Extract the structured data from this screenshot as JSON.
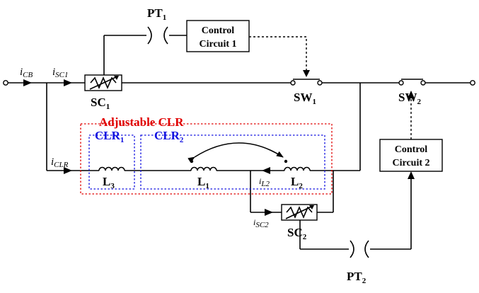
{
  "colors": {
    "adjustable_clr_border": "#e00000",
    "clr_sub_border": "#1010e0",
    "wire": "#000000"
  },
  "labels": {
    "pt1": "PT",
    "pt1_sub": "1",
    "pt2": "PT",
    "pt2_sub": "2",
    "control1_line1": "Control",
    "control1_line2": "Circuit 1",
    "control2_line1": "Control",
    "control2_line2": "Circuit 2",
    "sc1": "SC",
    "sc1_sub": "1",
    "sc2": "SC",
    "sc2_sub": "2",
    "sw1": "SW",
    "sw1_sub": "1",
    "sw2": "SW",
    "sw2_sub": "2",
    "adjustable_clr": "Adjustable CLR",
    "clr1": "CLR",
    "clr1_sub": "1",
    "clr2": "CLR",
    "clr2_sub": "2",
    "l1": "L",
    "l1_sub": "1",
    "l2": "L",
    "l2_sub": "2",
    "l3": "L",
    "l3_sub": "3"
  },
  "currents": {
    "icb": "i",
    "icb_sub": "CB",
    "isc1": "i",
    "isc1_sub": "SC1",
    "iclr": "i",
    "iclr_sub": "CLR",
    "il2": "i",
    "il2_sub": "L2",
    "isc2": "i",
    "isc2_sub": "SC2"
  }
}
